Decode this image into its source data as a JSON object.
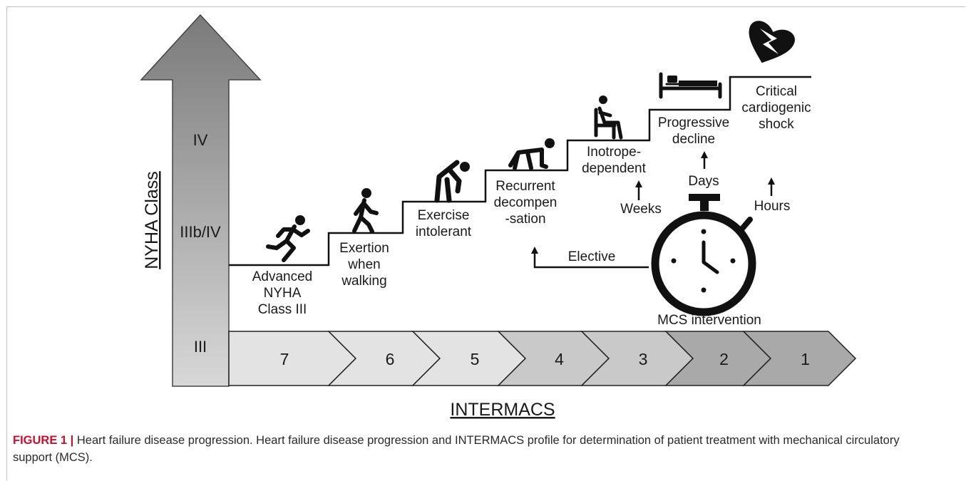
{
  "diagram": {
    "nyha_axis_title": "NYHA Class",
    "nyha_levels": [
      "IV",
      "IIIb/IV",
      "III"
    ],
    "intermacs_title": "INTERMACS",
    "profiles": [
      "7",
      "6",
      "5",
      "4",
      "3",
      "2",
      "1"
    ],
    "steps": [
      {
        "lines": [
          "Advanced",
          "NYHA",
          "Class III"
        ],
        "icon": "running-person-icon"
      },
      {
        "lines": [
          "Exertion",
          "when",
          "walking"
        ],
        "icon": "walking-person-icon"
      },
      {
        "lines": [
          "Exercise",
          "intolerant"
        ],
        "icon": "bent-over-person-icon"
      },
      {
        "lines": [
          "Recurrent",
          "decompen",
          "-sation"
        ],
        "icon": "crawling-person-icon"
      },
      {
        "lines": [
          "Inotrope-",
          "dependent"
        ],
        "icon": "seated-person-icon"
      },
      {
        "lines": [
          "Progressive",
          "decline"
        ],
        "icon": "hospital-bed-icon"
      },
      {
        "lines": [
          "Critical",
          "cardiogenic",
          "shock"
        ],
        "icon": "broken-heart-icon"
      }
    ],
    "timing": {
      "elective": "Elective",
      "weeks": "Weeks",
      "days": "Days",
      "hours": "Hours",
      "intervention": "MCS intervention"
    },
    "colors": {
      "arrow_top": "#7a7a7a",
      "arrow_bottom": "#d8d8d8",
      "chevrons": [
        "#e3e3e3",
        "#e3e3e3",
        "#e3e3e3",
        "#c9c9c9",
        "#c9c9c9",
        "#a9a9a9",
        "#a9a9a9"
      ],
      "line": "#111111"
    }
  },
  "caption": {
    "label": "FIGURE 1 |",
    "text": " Heart failure disease progression. Heart failure disease progression and INTERMACS profile for determination of patient treatment with mechanical circulatory support (MCS)."
  }
}
